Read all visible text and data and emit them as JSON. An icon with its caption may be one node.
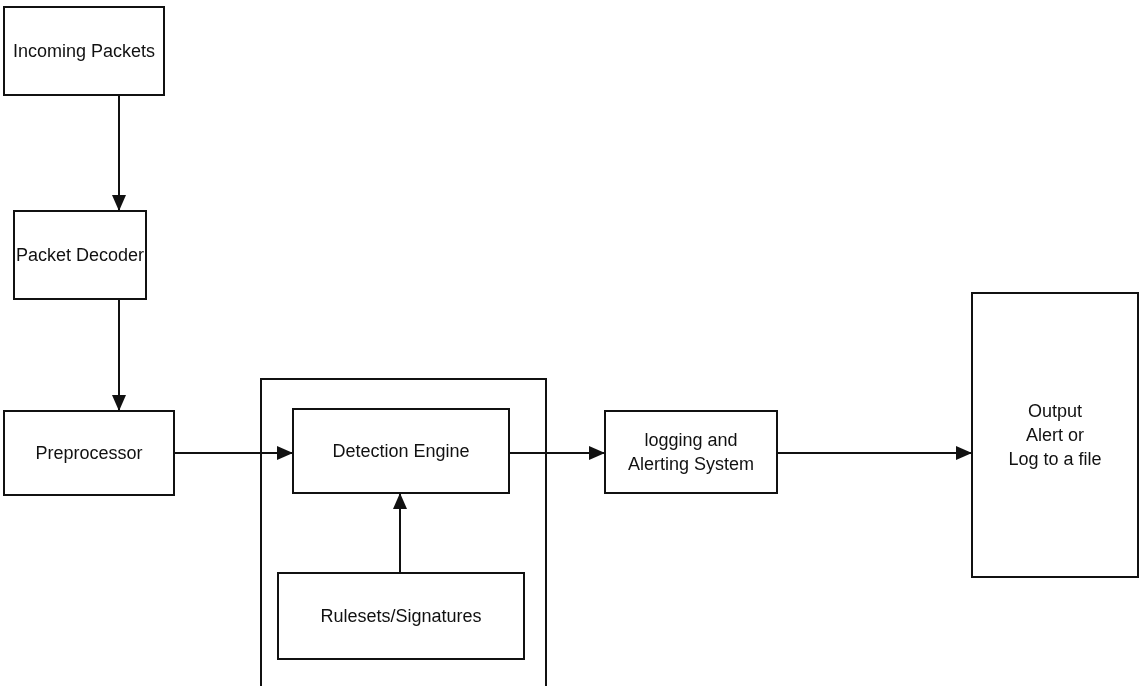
{
  "diagram": {
    "nodes": [
      {
        "text": [
          "Incoming Packets"
        ]
      },
      {
        "text": [
          "Packet Decoder"
        ]
      },
      {
        "text": [
          "Preprocessor"
        ]
      },
      {
        "text": [],
        "shape": "box"
      },
      {
        "text": [
          "Detection Engine"
        ],
        "in": 3
      },
      {
        "text": [
          "Rulesets/Signatures"
        ],
        "in": 3
      },
      {
        "text": [
          "logging and Alerting System"
        ]
      },
      {
        "text": [
          "Output",
          "Alert or",
          "Log to a file"
        ]
      }
    ],
    "edges": [
      {
        "from": 0,
        "to": 1,
        "arrow": "to"
      },
      {
        "from": 1,
        "to": 2,
        "arrow": "to"
      },
      {
        "from": 2,
        "to": 4,
        "arrow": "to"
      },
      {
        "from": 5,
        "to": 4,
        "arrow": "to"
      },
      {
        "from": 4,
        "to": 6,
        "arrow": "to"
      },
      {
        "from": 6,
        "to": 7,
        "arrow": "to"
      }
    ]
  }
}
